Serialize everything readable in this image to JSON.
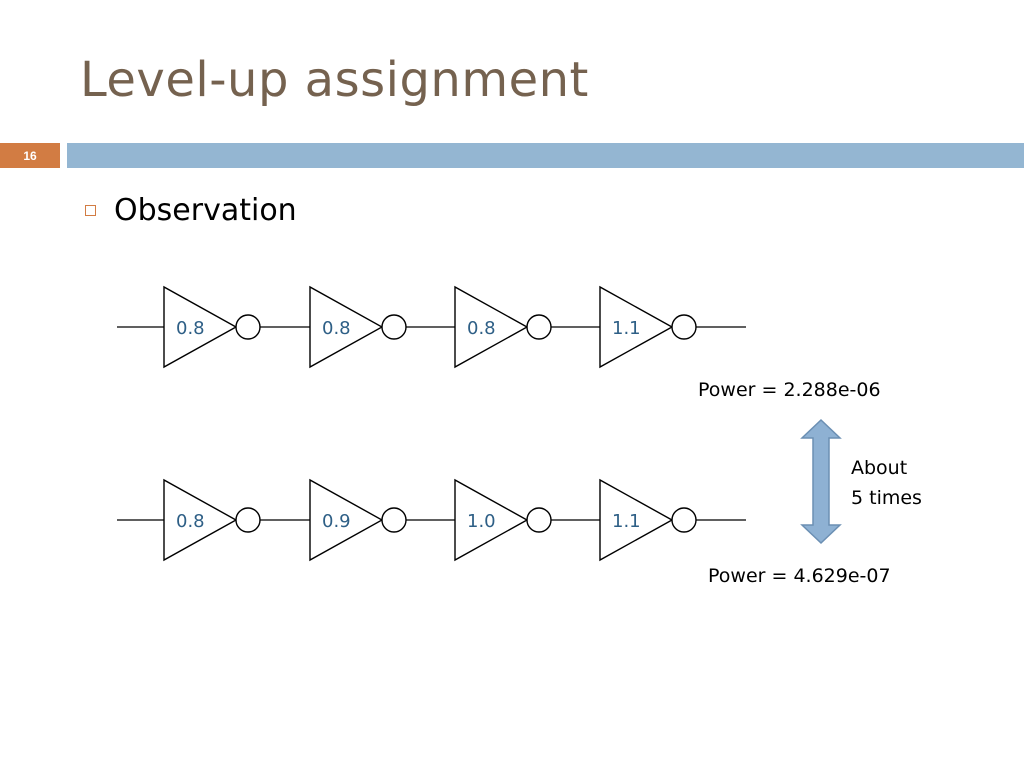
{
  "slide": {
    "title": "Level-up assignment",
    "page_number": "16",
    "bullet": "Observation"
  },
  "chains": [
    {
      "gates": [
        "0.8",
        "0.8",
        "0.8",
        "1.1"
      ],
      "power_label": "Power = 2.288e-06"
    },
    {
      "gates": [
        "0.8",
        "0.9",
        "1.0",
        "1.1"
      ],
      "power_label": "Power = 4.629e-07"
    }
  ],
  "comparison": {
    "line1": "About",
    "line2": "5 times"
  },
  "colors": {
    "title": "#75624f",
    "accent": "#d27c43",
    "bar": "#94b6d2",
    "gate_label": "#2e5f86",
    "arrow_fill": "#8eb1d3",
    "arrow_stroke": "#6b8fb3"
  },
  "icons": {
    "bullet": "hollow-square-bullet",
    "comparison_arrow": "double-headed-vertical-arrow"
  }
}
